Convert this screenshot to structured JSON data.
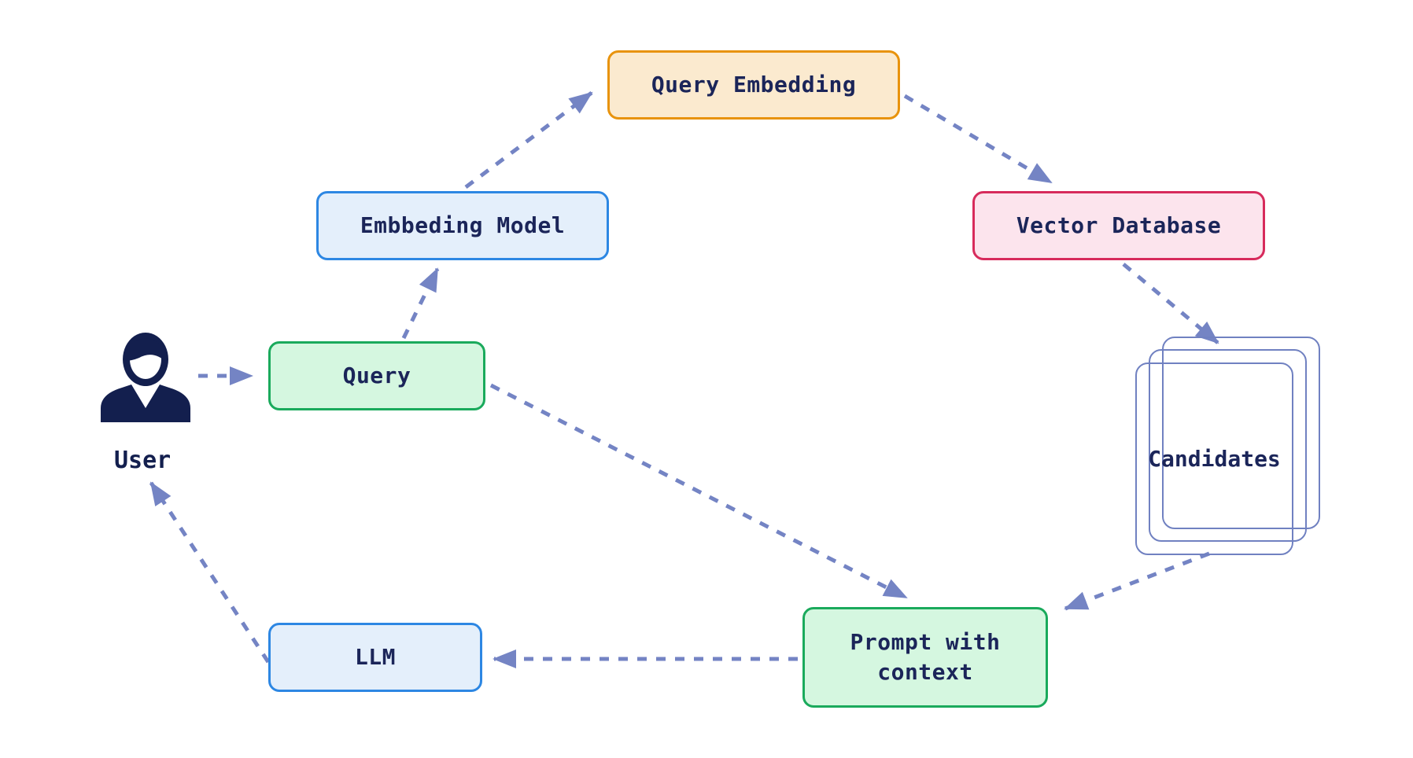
{
  "diagram": {
    "type": "flow-diagram",
    "background": "#ffffff",
    "arrow_color": "#7484C4",
    "text_color": "#1B2559",
    "nodes": {
      "user": {
        "label": "User",
        "icon": "user-icon",
        "icon_color": "#131F4E"
      },
      "query": {
        "label": "Query",
        "border": "#1AAA5C",
        "fill": "#D5F7E0"
      },
      "embedding_model": {
        "label": "Embbeding Model",
        "border": "#2D87E3",
        "fill": "#E4EFFB"
      },
      "query_embedding": {
        "label": "Query Embedding",
        "border": "#E8930D",
        "fill": "#FBEACF"
      },
      "vector_database": {
        "label": "Vector Database",
        "border": "#D72B5C",
        "fill": "#FCE4ED"
      },
      "candidates": {
        "label": "Candidates",
        "border": "#7081C1",
        "fill": "transparent",
        "shape": "stacked-cards",
        "card_count": 3
      },
      "prompt": {
        "label": "Prompt with context",
        "border": "#1AAA5C",
        "fill": "#D5F7E0"
      },
      "llm": {
        "label": "LLM",
        "border": "#2D87E3",
        "fill": "#E4EFFB"
      }
    },
    "edges": [
      {
        "from": "user",
        "to": "query",
        "style": "dashed-arrow"
      },
      {
        "from": "query",
        "to": "embedding_model",
        "style": "dashed-arrow"
      },
      {
        "from": "embedding_model",
        "to": "query_embedding",
        "style": "dashed-arrow"
      },
      {
        "from": "query_embedding",
        "to": "vector_database",
        "style": "dashed-arrow"
      },
      {
        "from": "vector_database",
        "to": "candidates",
        "style": "dashed-arrow"
      },
      {
        "from": "candidates",
        "to": "prompt",
        "style": "dashed-arrow"
      },
      {
        "from": "query",
        "to": "prompt",
        "style": "dashed-arrow"
      },
      {
        "from": "prompt",
        "to": "llm",
        "style": "dashed-arrow"
      },
      {
        "from": "llm",
        "to": "user",
        "style": "dashed-arrow"
      }
    ]
  }
}
